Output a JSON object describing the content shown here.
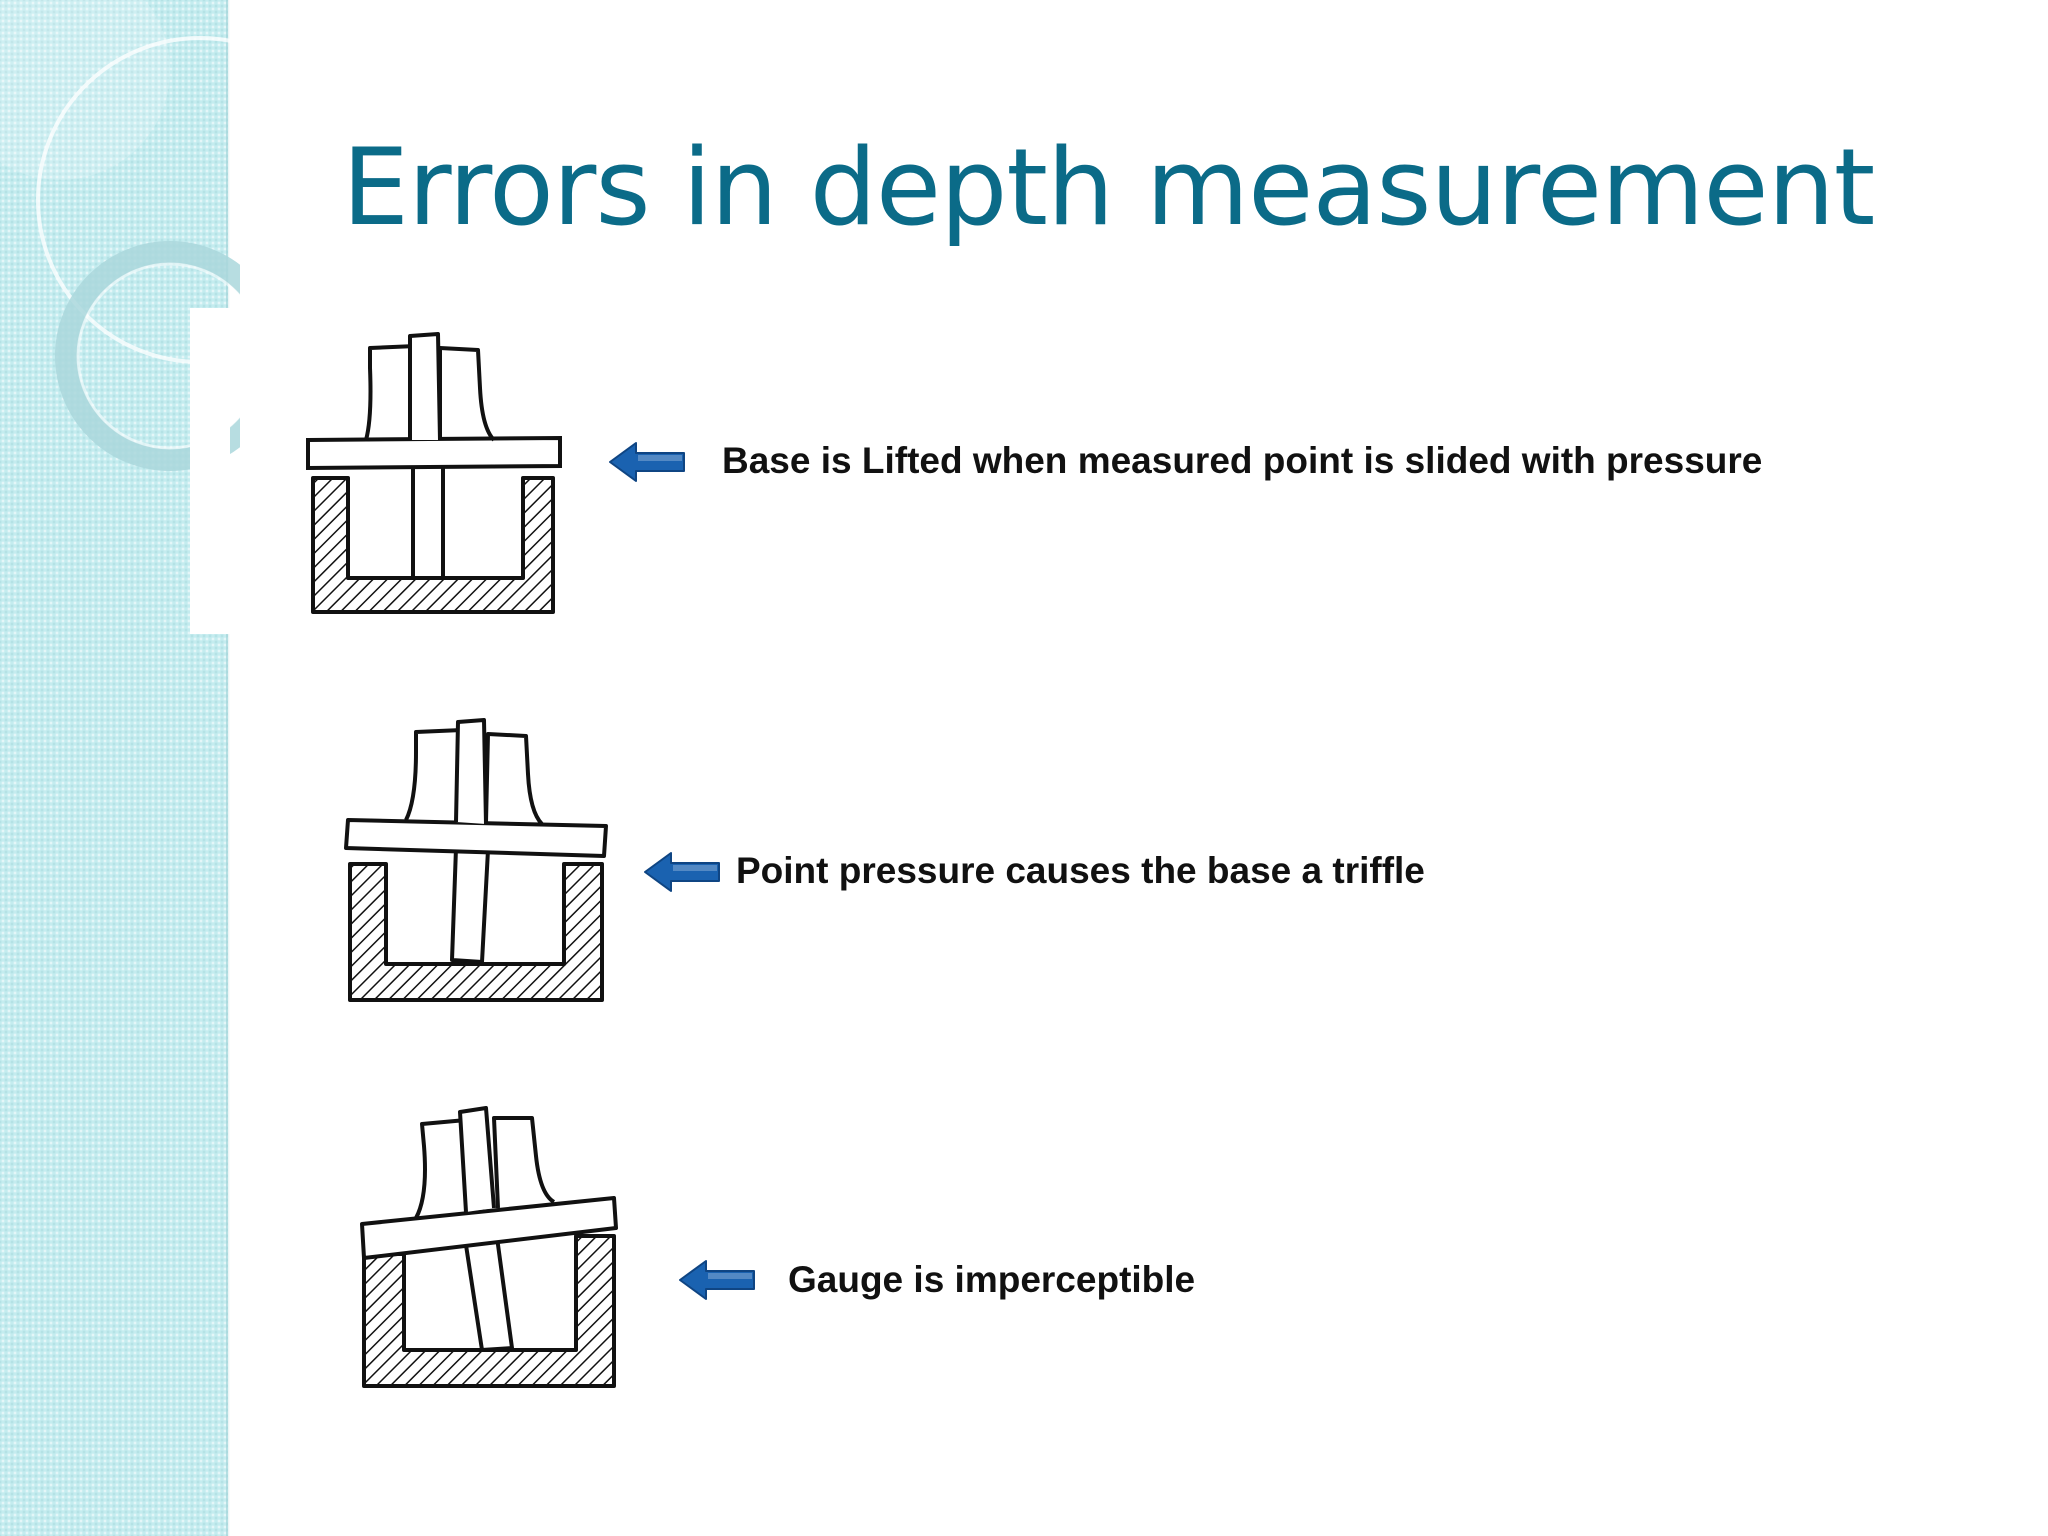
{
  "slide": {
    "title": "Errors in depth measurement",
    "items": [
      {
        "caption": "Base is Lifted when measured point is slided with pressure",
        "icon": "left-arrow-icon"
      },
      {
        "caption": "Point pressure causes the base a triffle",
        "icon": "left-arrow-icon"
      },
      {
        "caption": "Gauge is imperceptible",
        "icon": "left-arrow-icon"
      }
    ]
  },
  "colors": {
    "title": "#0b6b88",
    "arrow": "#1a62b0",
    "side_band": "#c4ecef",
    "caption": "#111111"
  }
}
